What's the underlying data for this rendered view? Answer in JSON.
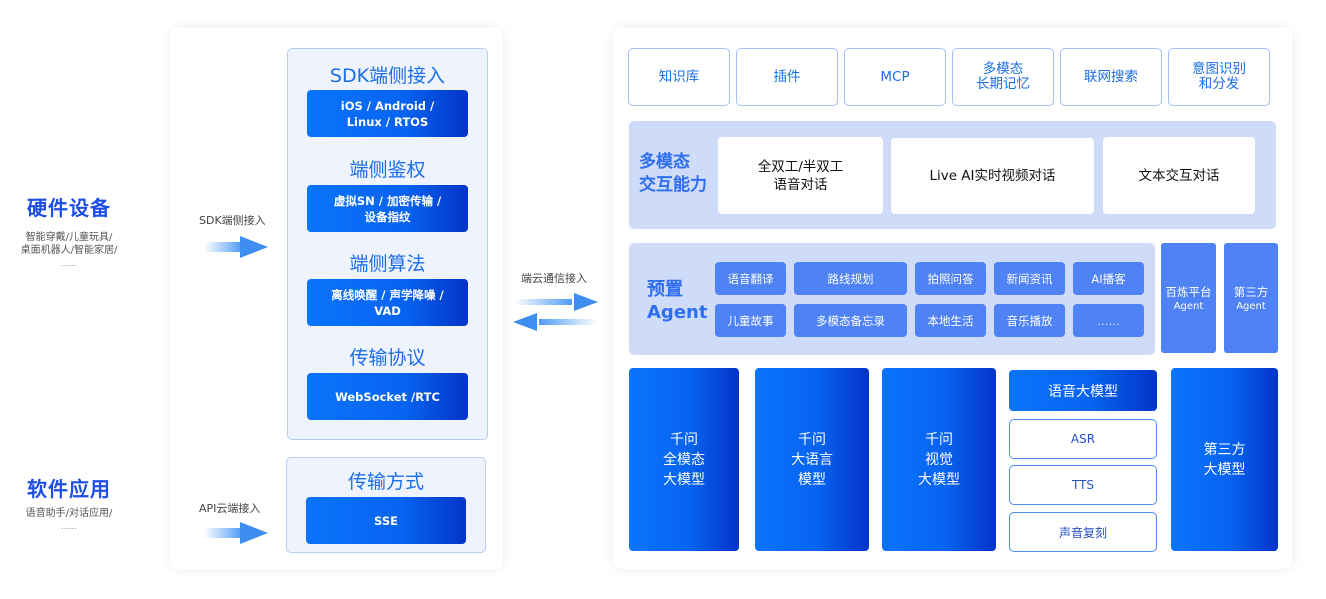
{
  "clients": {
    "hardware": {
      "title": "硬件设备",
      "subtitle_lines": [
        "智能穿戴/儿童玩具/",
        "桌面机器人/智能家居/",
        "……"
      ]
    },
    "software": {
      "title": "软件应用",
      "subtitle_lines": [
        "语音助手/对话应用/",
        "……"
      ]
    }
  },
  "connectors": {
    "sdk_access": "SDK端侧接入",
    "api_access": "API云端接入",
    "edge_cloud": "端云通信接入"
  },
  "device_side": {
    "groups": [
      {
        "title": "SDK端侧接入",
        "content": "iOS / Android /\nLinux / RTOS"
      },
      {
        "title": "端侧鉴权",
        "content": "虚拟SN / 加密传输 /\n设备指纹"
      },
      {
        "title": "端侧算法",
        "content": "离线唤醒 / 声学降噪 /\nVAD"
      },
      {
        "title": "传输协议",
        "content": "WebSocket /RTC"
      }
    ],
    "api_group": {
      "title": "传输方式",
      "content": "SSE"
    }
  },
  "cloud": {
    "capabilities": [
      "知识库",
      "插件",
      "MCP",
      "多模态\n长期记忆",
      "联网搜索",
      "意图识别\n和分发"
    ],
    "interaction": {
      "title": "多模态\n交互能力",
      "cards": [
        "全双工/半双工\n语音对话",
        "Live AI实时视频对话",
        "文本交互对话"
      ]
    },
    "preset_agent": {
      "title": "预置\nAgent",
      "row1": [
        "语音翻译",
        "路线规划",
        "拍照问答",
        "新闻资讯",
        "AI播客"
      ],
      "row2": [
        "儿童故事",
        "多模态备忘录",
        "本地生活",
        "音乐播放",
        "……"
      ]
    },
    "external_agents": [
      {
        "line1": "百炼平台",
        "line2": "Agent"
      },
      {
        "line1": "第三方",
        "line2": "Agent"
      }
    ],
    "models": [
      "千问\n全模态\n大模型",
      "千问\n大语言\n模型",
      "千问\n视觉\n大模型"
    ],
    "speech_model": {
      "title": "语音大模型",
      "items": [
        "ASR",
        "TTS",
        "声音复刻"
      ]
    },
    "third_party_model": "第三方\n大模型"
  },
  "colors": {
    "title_blue": "#1f4ee6",
    "accent_blue": "#1b6fe8",
    "chip_blue": "#4f82f4",
    "band_bg": "#cfdcf9",
    "group_bg": "#eef3fd",
    "gradient_start": "#0a74fb",
    "gradient_end": "#0434c8"
  }
}
